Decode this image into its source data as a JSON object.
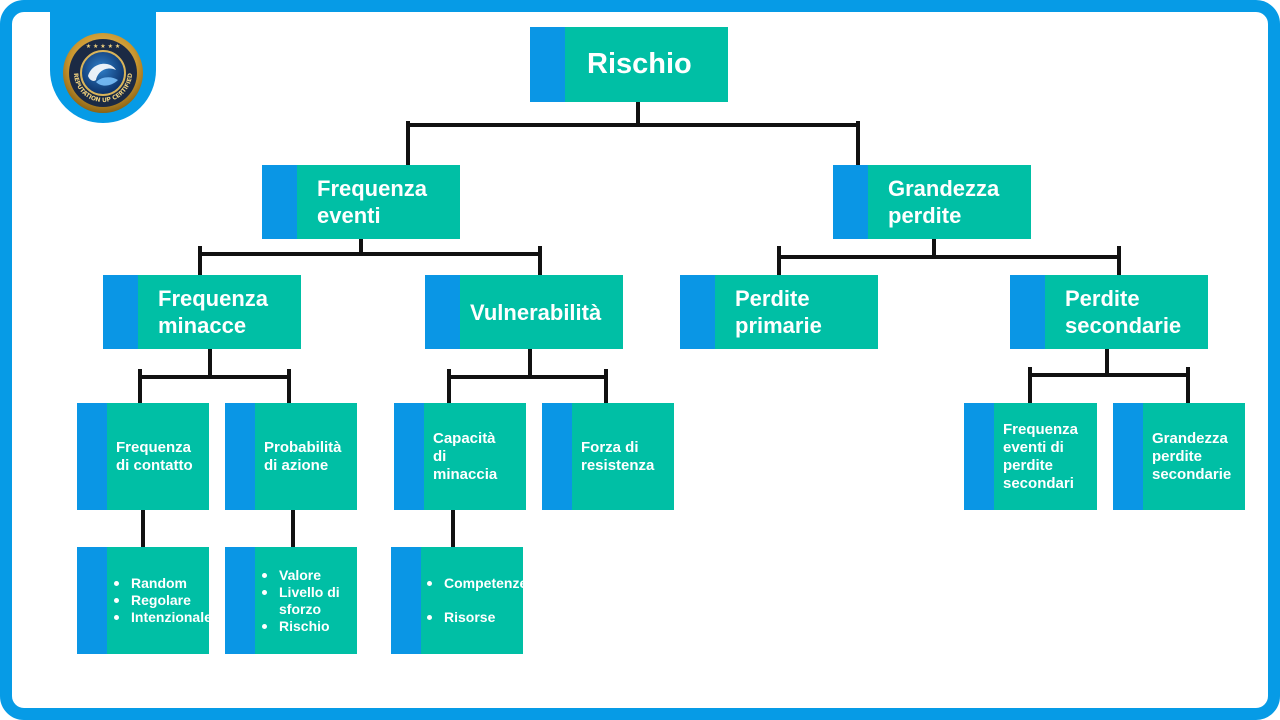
{
  "badge": {
    "text": "REPUTATION UP CERTIFIED"
  },
  "colors": {
    "frame": "#069be6",
    "node_fill": "#00bfa5",
    "node_strip": "#0a96e5",
    "connector": "#111111",
    "text": "#ffffff"
  },
  "nodes": {
    "rischio": "Rischio",
    "frequenza_eventi": "Frequenza eventi",
    "grandezza_perdite": "Grandezza perdite",
    "frequenza_minacce": "Frequenza minacce",
    "vulnerabilita": "Vulnerabilità",
    "perdite_primarie": "Perdite primarie",
    "perdite_secondarie": "Perdite secondarie",
    "frequenza_contatto": "Frequenza di contatto",
    "probabilita_azione": "Probabilità di azione",
    "capacita_minaccia": "Capacità di minaccia",
    "forza_resistenza": "Forza di resistenza",
    "frequenza_eventi_perdite_secondarie": "Frequenza eventi di perdite secondari",
    "grandezza_perdite_secondarie": "Grandezza perdite secondarie"
  },
  "lists": {
    "contatto": [
      "Random",
      "Regolare",
      "Intenzionale"
    ],
    "azione": [
      "Valore",
      "Livello di sforzo",
      "Rischio"
    ],
    "minaccia": [
      "Competenze",
      "Risorse"
    ]
  }
}
